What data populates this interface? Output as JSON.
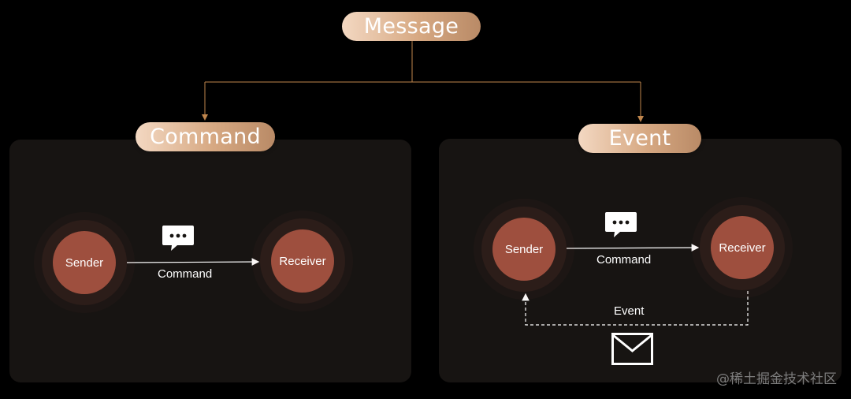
{
  "title": "Message",
  "branches": {
    "command": {
      "label": "Command",
      "sender": "Sender",
      "receiver": "Receiver",
      "edge_label": "Command"
    },
    "event": {
      "label": "Event",
      "sender": "Sender",
      "receiver": "Receiver",
      "command_edge_label": "Command",
      "event_edge_label": "Event"
    }
  },
  "watermark": "@稀土掘金技术社区",
  "colors": {
    "background": "#000000",
    "panel": "#171412",
    "node": "#9e4f3e",
    "pill_gradient_start": "#f3d8c2",
    "pill_gradient_end": "#b98a66",
    "tree_line": "#c0864d"
  },
  "icons": [
    "chat-bubble-icon",
    "mail-envelope-icon"
  ]
}
